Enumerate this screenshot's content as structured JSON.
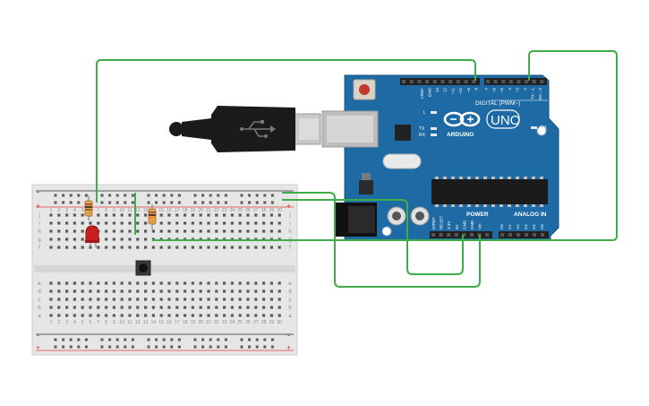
{
  "arduino": {
    "brand": "ARDUINO",
    "model": "UNO",
    "digital_header": "DIGITAL (PWM~)",
    "power_header": "POWER",
    "analog_header": "ANALOG IN",
    "led_labels": {
      "l": "L",
      "tx": "TX",
      "rx": "RX",
      "on": "ON"
    },
    "digital_pins_left": [
      "AREF",
      "GND",
      "13",
      "12",
      "~11",
      "~10",
      "~9",
      "8"
    ],
    "digital_pins_right": [
      "7",
      "~6",
      "~5",
      "4",
      "~3",
      "2",
      "TX→1",
      "RX←0"
    ],
    "power_pins": [
      "IOREF",
      "RESET",
      "3.3V",
      "5V",
      "GND",
      "GND",
      "Vin"
    ],
    "analog_pins": [
      "A0",
      "A1",
      "A2",
      "A3",
      "A4",
      "A5"
    ]
  },
  "breadboard": {
    "row_letters_top": [
      "j",
      "i",
      "h",
      "g",
      "f"
    ],
    "row_letters_bottom": [
      "e",
      "d",
      "c",
      "b",
      "a"
    ],
    "column_numbers": [
      "1",
      "2",
      "3",
      "4",
      "5",
      "6",
      "7",
      "8",
      "9",
      "10",
      "11",
      "12",
      "13",
      "14",
      "15",
      "16",
      "17",
      "18",
      "19",
      "20",
      "21",
      "22",
      "23",
      "24",
      "25",
      "26",
      "27",
      "28",
      "29",
      "30"
    ],
    "rail_plus": "+",
    "rail_minus": "-"
  },
  "colors": {
    "wire": "#3fae49",
    "board": "#1d6aa5",
    "header": "#222222",
    "breadboard": "#e6e6e6",
    "rail_red": "#d9413c",
    "rail_dark": "#2b2b2b",
    "led": "#c81e1e",
    "usb_cable": "#1b1b1b"
  },
  "icons": [
    "usb-trident-icon",
    "arduino-infinity-logo-icon"
  ]
}
